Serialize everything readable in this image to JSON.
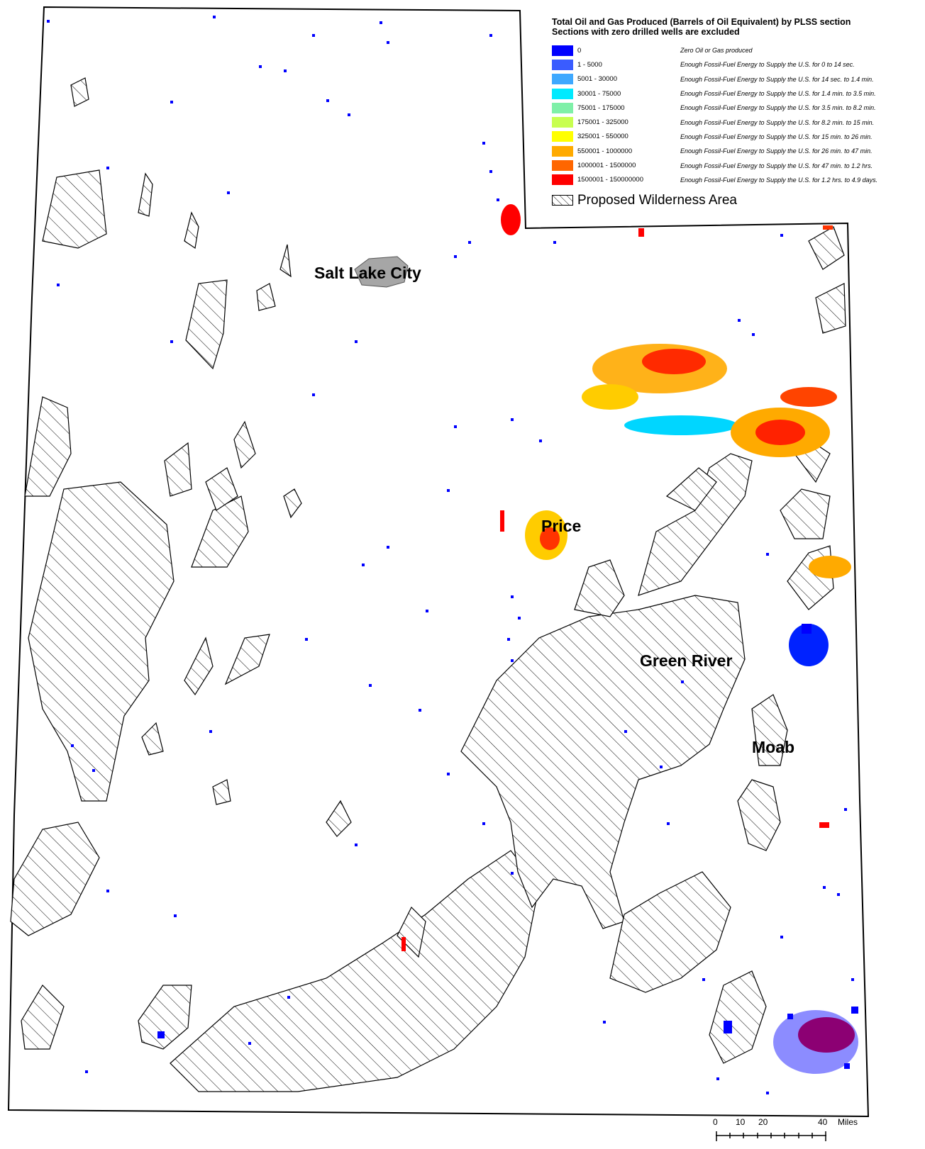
{
  "legend": {
    "title_line1": "Total Oil and Gas Produced (Barrels of Oil Equivalent) by PLSS section",
    "title_line2": "Sections with zero drilled wells are excluded",
    "classes": [
      {
        "range": "0",
        "description": "Zero Oil or Gas produced",
        "color": "#0000ff"
      },
      {
        "range": "1 - 5000",
        "description": "Enough Fossil-Fuel Energy to Supply the U.S. for 0 to 14 sec.",
        "color": "#3a5cff"
      },
      {
        "range": "5001 - 30000",
        "description": "Enough Fossil-Fuel Energy to Supply the U.S. for 14 sec. to 1.4 min.",
        "color": "#3ea8ff"
      },
      {
        "range": "30001 - 75000",
        "description": "Enough Fossil-Fuel Energy to Supply the U.S. for 1.4 min. to 3.5 min.",
        "color": "#00eaff"
      },
      {
        "range": "75001 - 175000",
        "description": "Enough Fossil-Fuel Energy to Supply the U.S. for 3.5 min. to 8.2 min.",
        "color": "#7ff0a8"
      },
      {
        "range": "175001 - 325000",
        "description": "Enough Fossil-Fuel Energy to Supply the U.S. for 8.2 min. to 15 min.",
        "color": "#c8ff50"
      },
      {
        "range": "325001 - 550000",
        "description": "Enough Fossil-Fuel Energy to Supply the U.S. for 15 min. to 26 min.",
        "color": "#ffff00"
      },
      {
        "range": "550001 - 1000000",
        "description": "Enough Fossil-Fuel Energy to Supply the U.S. for 26 min. to 47 min.",
        "color": "#ffaa00"
      },
      {
        "range": "1000001 - 1500000",
        "description": "Enough Fossil-Fuel Energy to Supply the U.S. for 47 min. to 1.2 hrs.",
        "color": "#ff6600"
      },
      {
        "range": "1500001 - 150000000",
        "description": "Enough Fossil-Fuel Energy to Supply the U.S. for 1.2 hrs. to 4.9 days.",
        "color": "#ff0000"
      }
    ],
    "wilderness_label": "Proposed Wilderness Area"
  },
  "cities": {
    "salt_lake_city": "Salt Lake City",
    "price": "Price",
    "green_river": "Green River",
    "moab": "Moab"
  },
  "scale": {
    "ticks": [
      "0",
      "10",
      "20",
      "40"
    ],
    "unit": "Miles"
  }
}
